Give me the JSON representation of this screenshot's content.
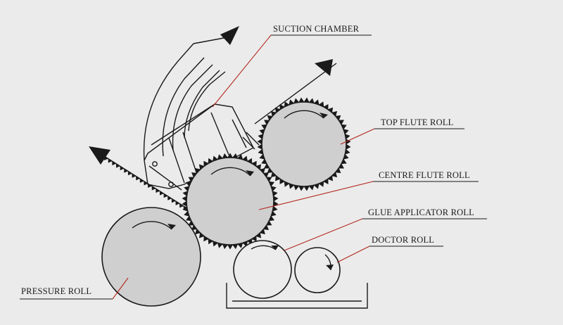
{
  "labels": {
    "suction_chamber": "SUCTION CHAMBER",
    "top_flute_roll": "TOP FLUTE ROLL",
    "centre_flute_roll": "CENTRE FLUTE ROLL",
    "glue_applicator_roll": "GLUE APPLICATOR ROLL",
    "doctor_roll": "DOCTOR ROLL",
    "pressure_roll": "PRESSURE ROLL"
  },
  "colors": {
    "background": "#ebebeb",
    "ink": "#1a1a1a",
    "roll_fill": "#cfcfcf",
    "leader_red": "#b3261e"
  }
}
